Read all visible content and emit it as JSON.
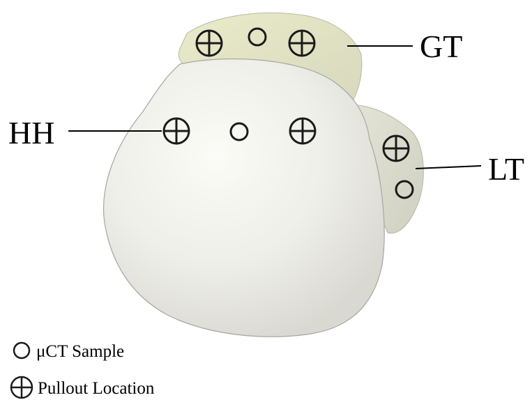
{
  "labels": {
    "gt": "GT",
    "hh": "HH",
    "lt": "LT"
  },
  "legend": {
    "sample_label": "μCT Sample",
    "pullout_label": "Pullout Location"
  },
  "marker_icons": {
    "sample": "open-circle-icon",
    "pullout": "circle-cross-icon"
  },
  "colors": {
    "bone": "#f1f1ec",
    "greater_tuberosity": "#e6e7c9",
    "lesser_tuberosity": "#dfe0d2",
    "marker_stroke": "#1a1a1a",
    "text": "#000000"
  }
}
